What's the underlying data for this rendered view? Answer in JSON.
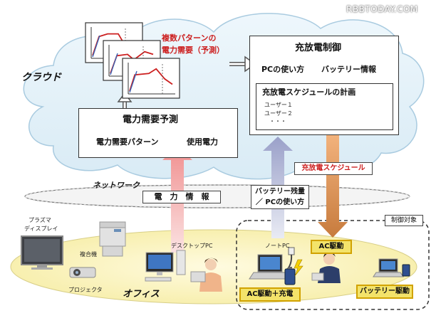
{
  "watermark": "RBBTODAY.COM",
  "cloud": {
    "label": "クラウド",
    "multi_pattern_caption": [
      "複数パターンの",
      "電力需要（予測）"
    ],
    "demand_forecast": {
      "title": "電力需要予測",
      "pattern_label": "電力需要パターン",
      "usage_label": "使用電力"
    },
    "charge_control": {
      "title": "充放電制御",
      "pc_usage_label": "PCの使い方",
      "battery_info_label": "バッテリー情報",
      "schedule_plan": {
        "title": "充放電スケジュールの計画",
        "users": [
          "ユーザー１",
          "ユーザー２",
          "・・・"
        ]
      }
    }
  },
  "network": {
    "label": "ネットワーク",
    "power_info_label": "電　力　情　報",
    "battery_pc_label": [
      "バッテリー残量",
      "／ PCの使い方"
    ],
    "schedule_label": "充放電スケジュール"
  },
  "office": {
    "label": "オフィス",
    "plasma_label": [
      "プラズマ",
      "ディスプレイ"
    ],
    "mfp_label": "複合機",
    "projector_label": "プロジェクタ",
    "desktop_label": "デスクトップPC",
    "notebook_label": "ノートPC",
    "control_target_label": "制御対象",
    "ac_drive_label": "AC駆動",
    "ac_charge_label": "AC駆動＋充電",
    "battery_drive_label": "バッテリー駆動"
  },
  "colors": {
    "cloud": "#e6f3fa",
    "cloud_stroke": "#9fc4dc",
    "red": "#cc1f1f",
    "upload_arrow": "#f4a6a6",
    "battery_arrow": "#b5b9d6",
    "schedule_arrow": "#e3a368",
    "office_ellipse": "#fbf6c3"
  }
}
